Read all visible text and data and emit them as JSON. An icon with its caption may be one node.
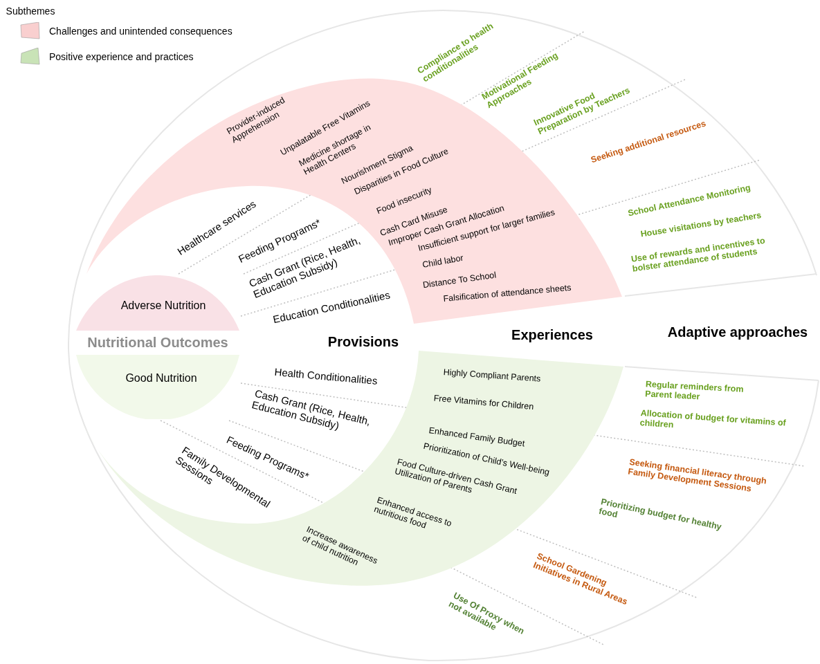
{
  "diagram": {
    "nodes": [
      {
        "text": [
          "Provider-induced Apprehension",
          "Unpalatable Free Vitamins",
          "Medicine shortage in Health Centers",
          "Nourishment Stigma",
          "Disparities in Food Culture",
          "Food insecurity",
          "Cash Card Misuse",
          "Improper Cash Grant Allocation",
          "Insufficient support for larger families",
          "Child labor",
          "Distance To School",
          "Falsification of attendance sheets"
        ]
      },
      {
        "text": [
          "Adverse Nutrition"
        ]
      },
      {
        "text": [
          "Good Nutrition"
        ]
      },
      {
        "text": [
          "Highly Compliant Parents",
          "Free Vitamins for Children",
          "Enhanced Family Budget",
          "Prioritization of Child’s Well-being",
          "Food Culture-driven Cash Grant Utilization of Parents",
          "Enhanced access to nutritious food",
          "Increase awareness of child nutrition"
        ]
      }
    ],
    "labels": [
      "Subthemes",
      "Nutritional Outcomes",
      "Provisions",
      "Experiences",
      "Adaptive approaches",
      "Healthcare services",
      "Feeding Programs*",
      "Cash Grant (Rice, Health, Education Subsidy)",
      "Education Conditionalities",
      "Health Conditionalities",
      "Cash Grant (Rice, Health, Education Subsidy)",
      "Feeding Programs*",
      "Family Developmental Sessions",
      "Compliance to health conditionalities",
      "Motivational Feeding Approaches",
      "Innovative Food Preparation by Teachers",
      "Seeking additional resources",
      "School Attendance Monitoring",
      "House visitations by teachers",
      "Use of rewards and incentives to bolster attendance of students",
      "Regular reminders from Parent leader",
      "Allocation of budget for vitamins of children",
      "Seeking financial literacy through Family Development Sessions",
      "Prioritizing budget for healthy food",
      "School Gardening Initiatives in Rural Areas",
      "Use Of Proxy when not available"
    ],
    "legend": [
      {
        "text": "Challenges and unintended consequences",
        "color": "#f9cfcf"
      },
      {
        "text": "Positive experience and practices",
        "color": "#c9e3b7"
      }
    ]
  }
}
